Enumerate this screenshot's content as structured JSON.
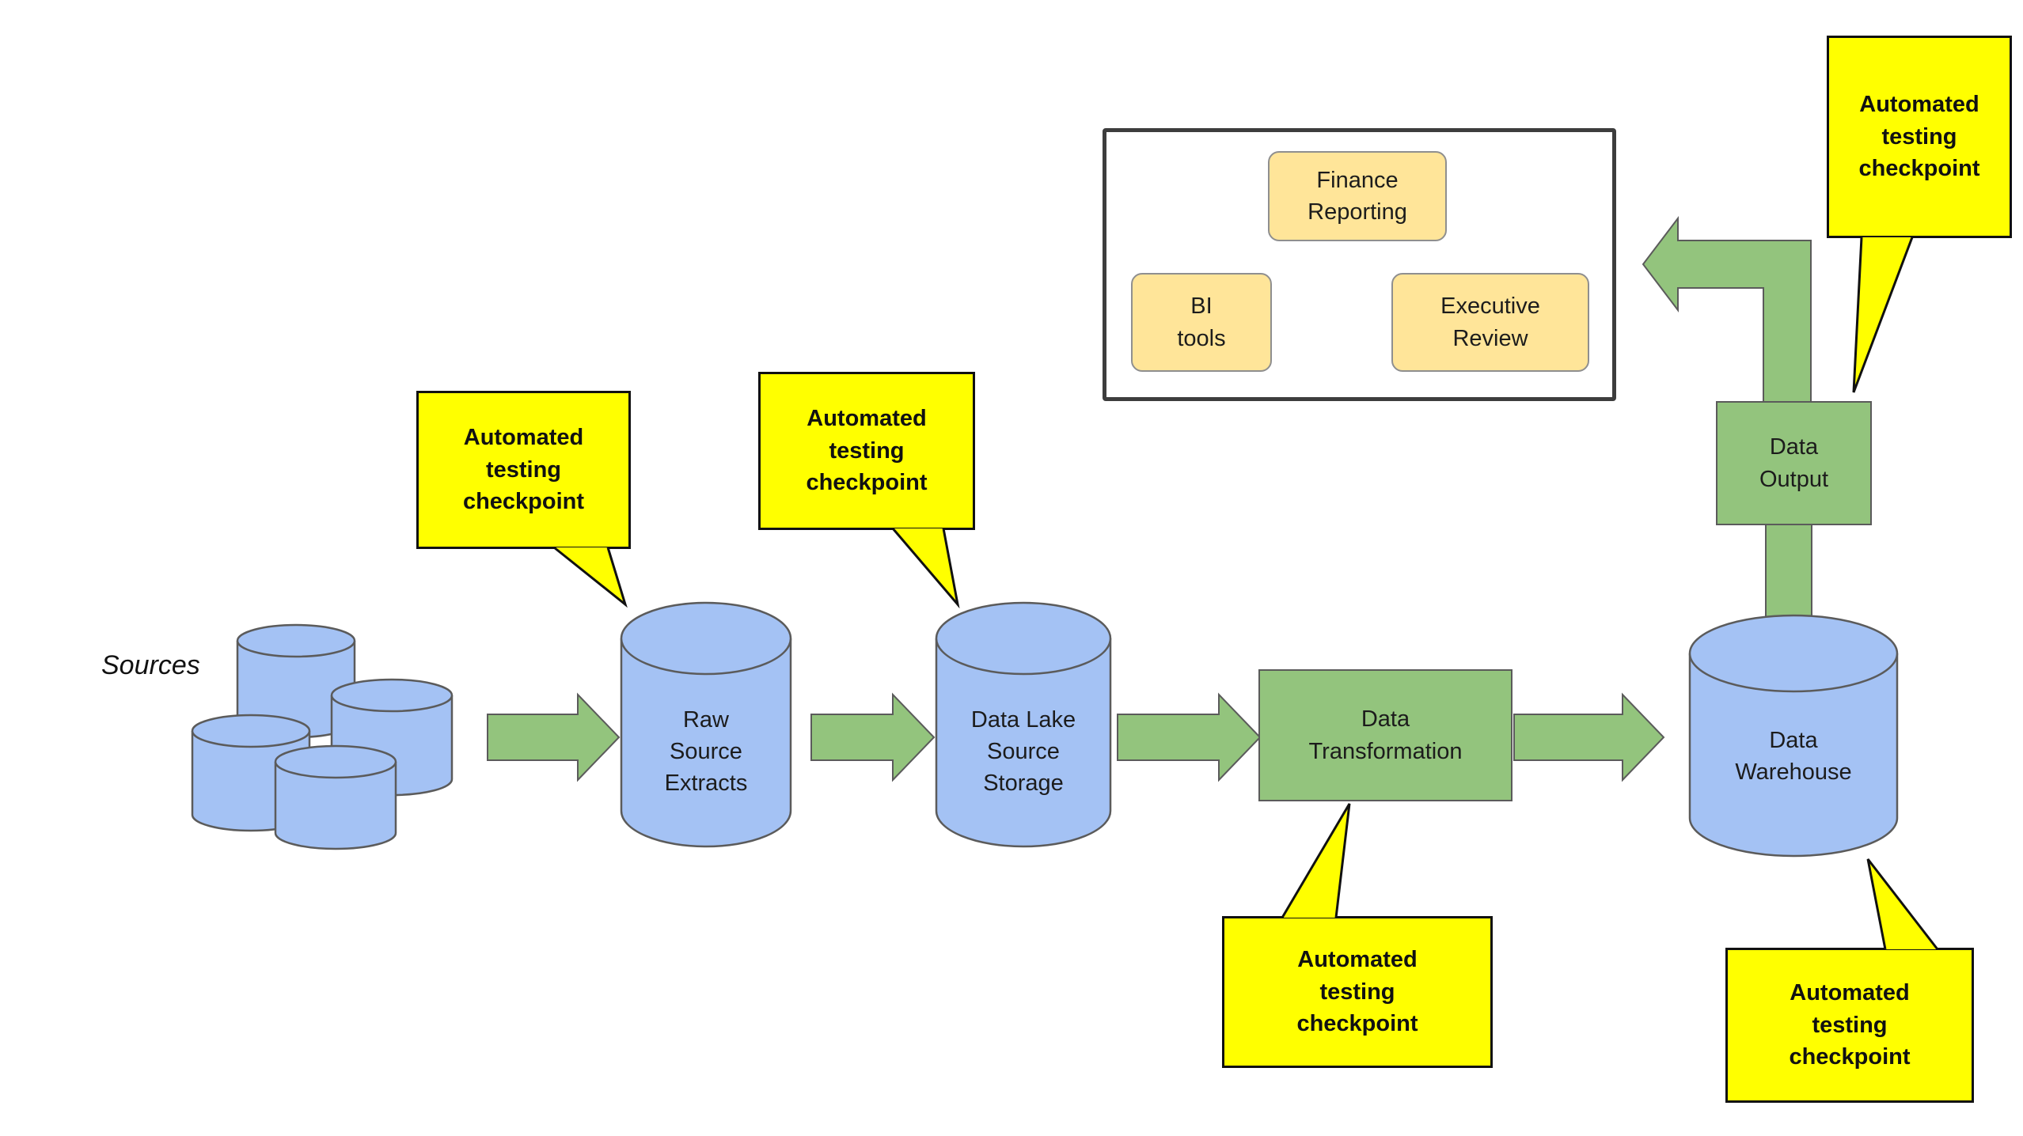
{
  "diagram": {
    "sources_label": "Sources",
    "callout_label": "Automated\ntesting\ncheckpoint",
    "nodes": {
      "raw_source_extracts": "Raw\nSource\nExtracts",
      "data_lake_source_storage": "Data Lake\nSource\nStorage",
      "data_transformation": "Data\nTransformation",
      "data_warehouse": "Data\nWarehouse",
      "data_output": "Data\nOutput",
      "finance_reporting": "Finance\nReporting",
      "bi_tools": "BI\ntools",
      "executive_review": "Executive\nReview"
    },
    "colors": {
      "cylinder_fill": "#a4c2f4",
      "flow_green": "#93c47d",
      "callout_yellow": "#ffff00",
      "consumer_tan": "#ffe599",
      "shape_stroke": "#5b5b5b",
      "frame_stroke": "#3d3d3d"
    }
  }
}
